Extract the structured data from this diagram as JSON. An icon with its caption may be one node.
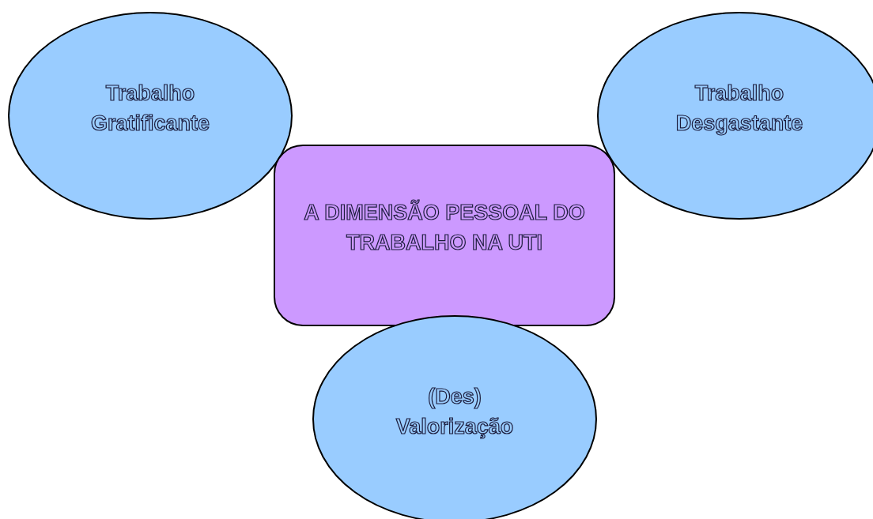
{
  "diagram": {
    "nodes": [
      {
        "text": [
          "Trabalho Gratificante"
        ]
      },
      {
        "text": [
          "Trabalho Desgastante"
        ]
      },
      {
        "text": [
          "A DIMENSÃO PESSOAL DO TRABALHO NA UTI"
        ]
      },
      {
        "text": [
          "(Des) Valorização"
        ]
      }
    ],
    "edges": []
  }
}
